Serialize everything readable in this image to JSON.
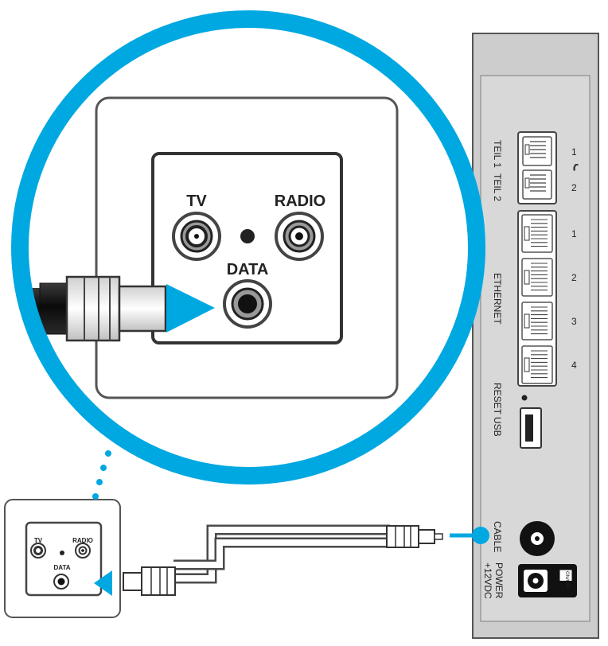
{
  "colors": {
    "accent": "#00a8e1",
    "panel": "#cdcdcd",
    "panel_inner": "#d8d8d8",
    "outline": "#555555"
  },
  "wall_outlet": {
    "tv_label": "TV",
    "radio_label": "RADIO",
    "data_label": "DATA"
  },
  "small_outlet": {
    "tv_label": "TV",
    "radio_label": "RADIO",
    "data_label": "DATA"
  },
  "router": {
    "phone_label_1": "TEIL 1",
    "phone_label_2": "TEIL 2",
    "phone_num_1": "1",
    "phone_num_2": "2",
    "phone_icon": "phone-handset-icon",
    "ethernet_label": "ETHERNET",
    "ethernet_ports": [
      "1",
      "2",
      "3",
      "4"
    ],
    "reset_label": "RESET",
    "usb_label": "USB",
    "cable_label": "CABLE",
    "power_label_1": "POWER",
    "power_label_2": "+12VDC",
    "switch_label": "ON/OFF"
  }
}
